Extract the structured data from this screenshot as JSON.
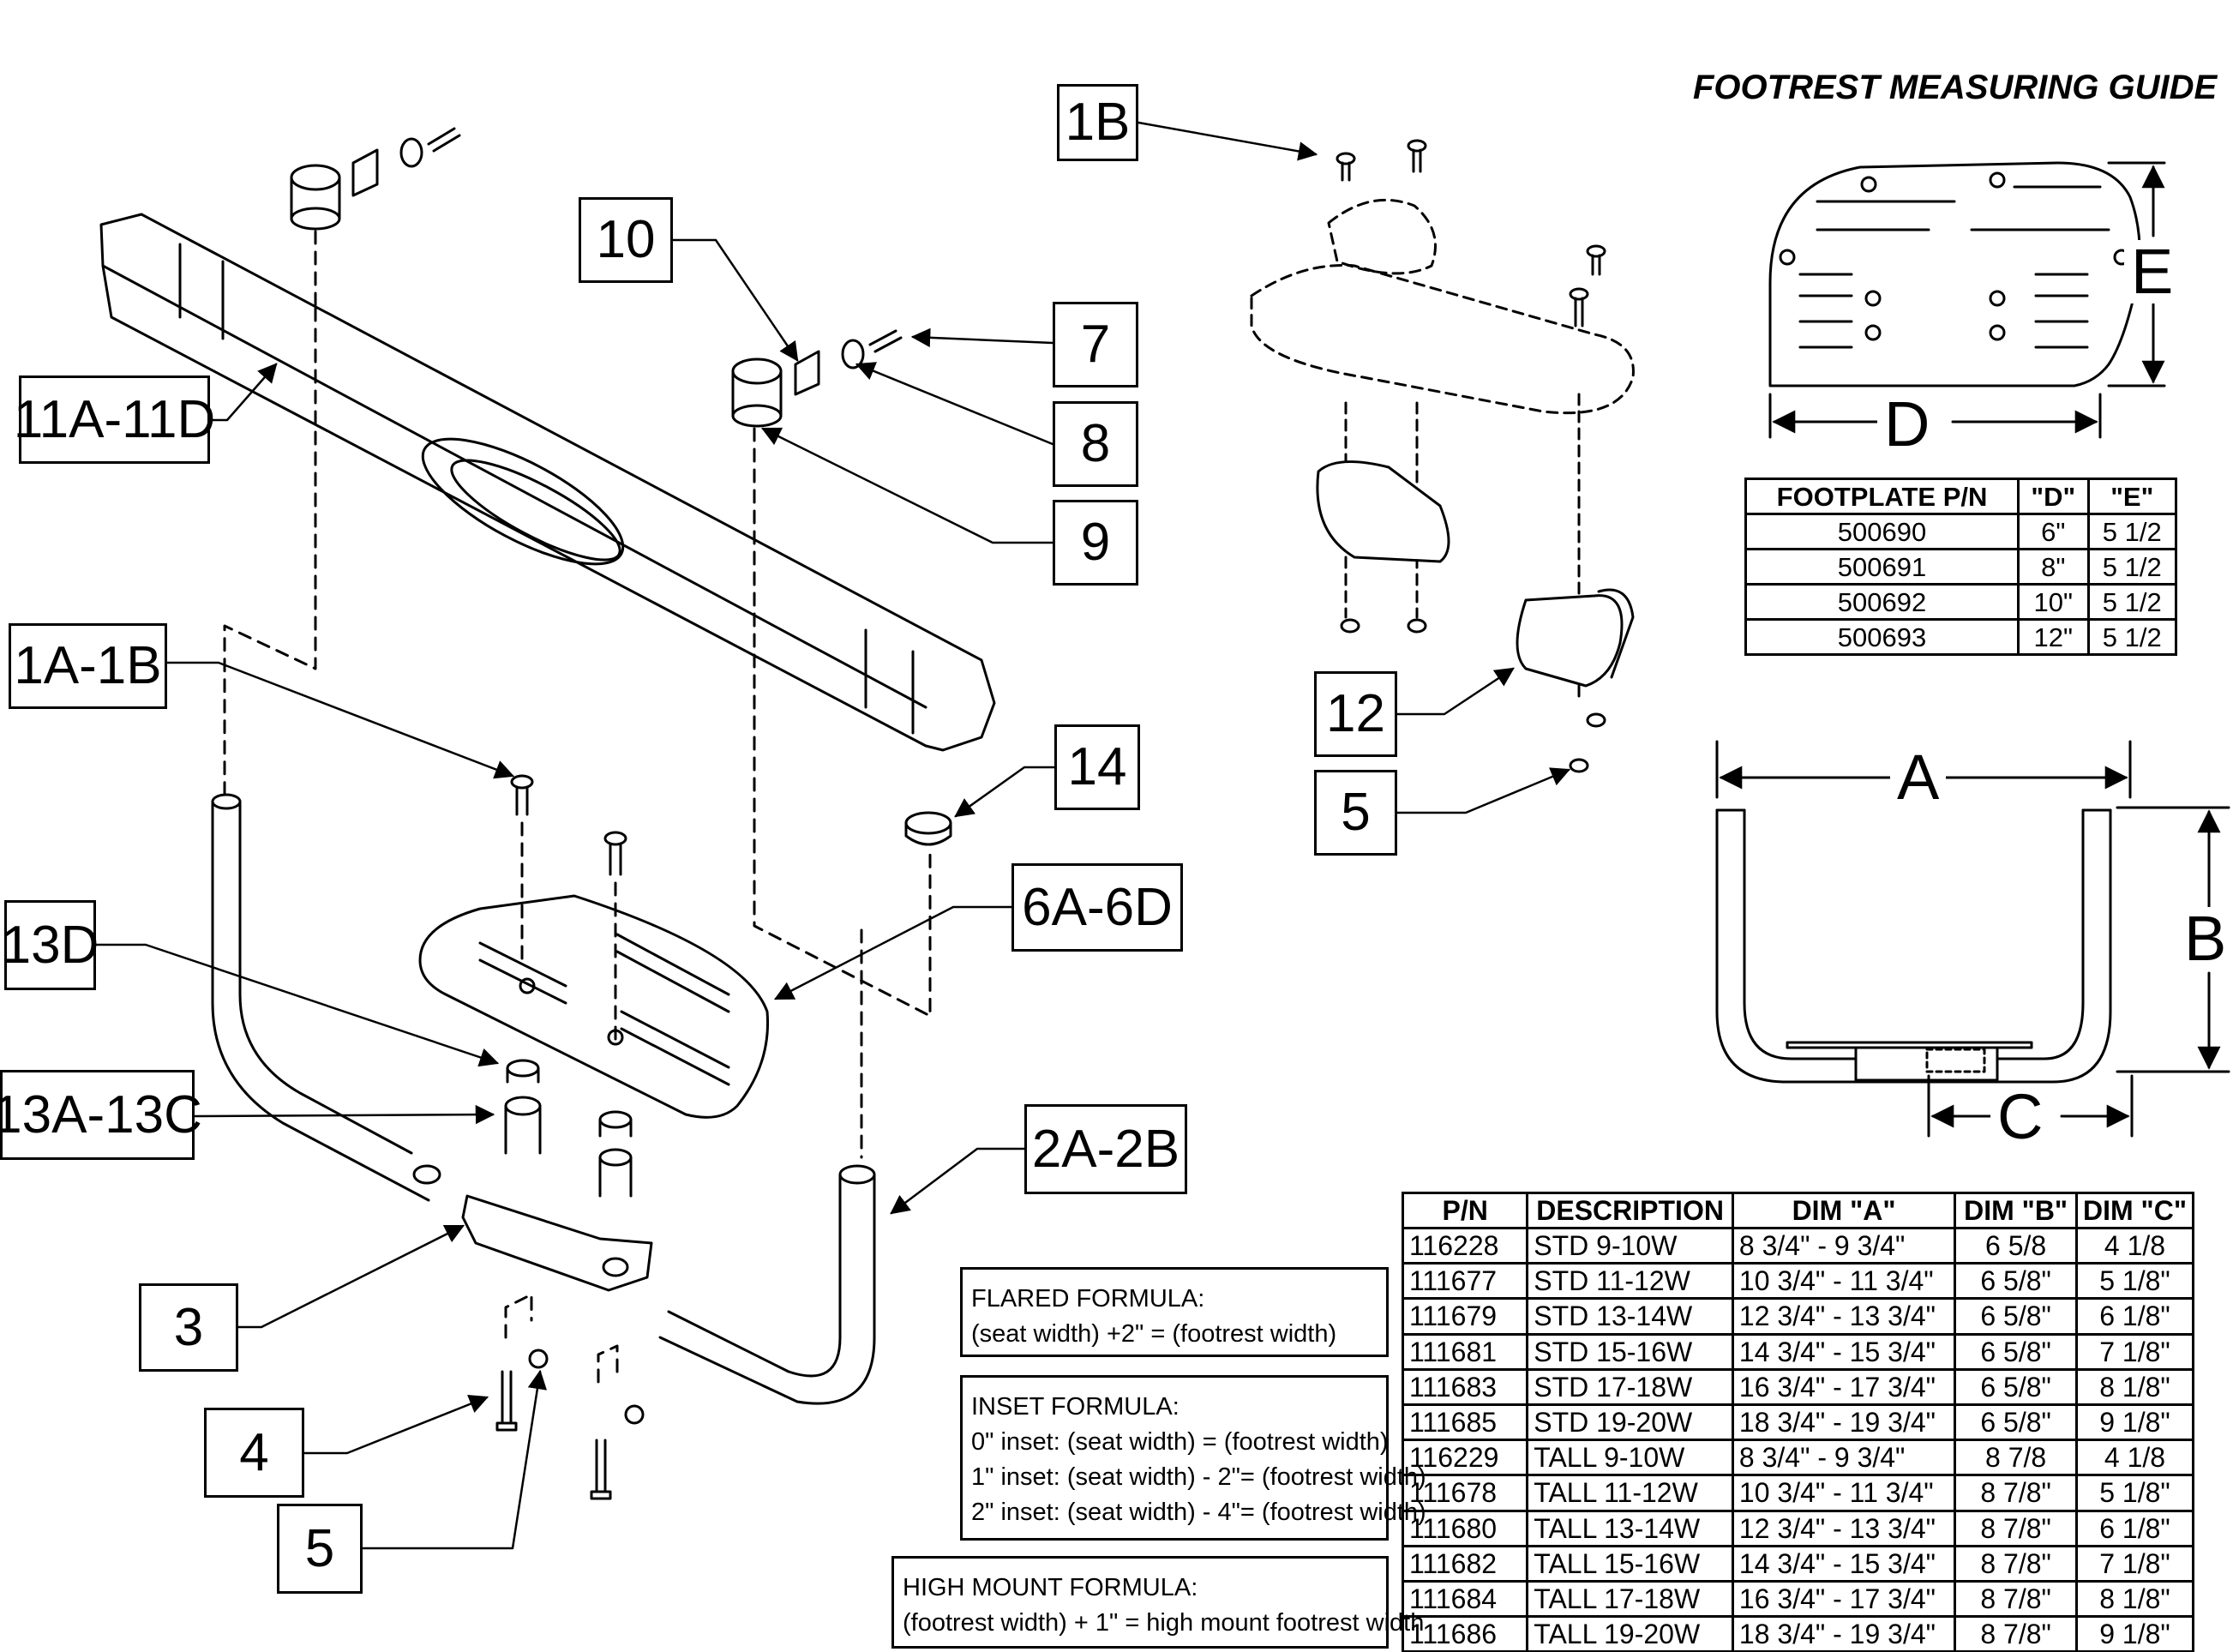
{
  "guide": {
    "title": "FOOTREST MEASURING GUIDE",
    "dims": {
      "A": "A",
      "B": "B",
      "C": "C",
      "D": "D",
      "E": "E"
    }
  },
  "callouts": {
    "c1B": "1B",
    "c10": "10",
    "c7": "7",
    "c8": "8",
    "c9": "9",
    "c11A_11D": "11A-11D",
    "c1A_1B": "1A-1B",
    "c14": "14",
    "c6A_6D": "6A-6D",
    "c13D": "13D",
    "c13A_13C": "13A-13C",
    "c2A_2B": "2A-2B",
    "c3": "3",
    "c4": "4",
    "c5a": "5",
    "c12": "12",
    "c5b": "5"
  },
  "footplate_table": {
    "headers": [
      "FOOTPLATE P/N",
      "\"D\"",
      "\"E\""
    ],
    "rows": [
      [
        "500690",
        "6\"",
        "5 1/2"
      ],
      [
        "500691",
        "8\"",
        "5 1/2"
      ],
      [
        "500692",
        "10\"",
        "5 1/2"
      ],
      [
        "500693",
        "12\"",
        "5 1/2"
      ]
    ]
  },
  "parts_table": {
    "headers": [
      "P/N",
      "DESCRIPTION",
      "DIM \"A\"",
      "DIM \"B\"",
      "DIM \"C\""
    ],
    "rows": [
      [
        "116228",
        "STD 9-10W",
        "8 3/4\" - 9 3/4\"",
        "6 5/8",
        "4 1/8"
      ],
      [
        "111677",
        "STD 11-12W",
        "10 3/4\" - 11 3/4\"",
        "6 5/8\"",
        "5 1/8\""
      ],
      [
        "111679",
        "STD 13-14W",
        "12 3/4\" - 13 3/4\"",
        "6 5/8\"",
        "6 1/8\""
      ],
      [
        "111681",
        "STD 15-16W",
        "14 3/4\" - 15 3/4\"",
        "6 5/8\"",
        "7 1/8\""
      ],
      [
        "111683",
        "STD 17-18W",
        "16 3/4\" - 17 3/4\"",
        "6 5/8\"",
        "8 1/8\""
      ],
      [
        "111685",
        "STD 19-20W",
        "18 3/4\" - 19 3/4\"",
        "6 5/8\"",
        "9 1/8\""
      ],
      [
        "116229",
        "TALL 9-10W",
        "8 3/4\" - 9 3/4\"",
        "8 7/8",
        "4 1/8"
      ],
      [
        "111678",
        "TALL 11-12W",
        "10 3/4\" - 11 3/4\"",
        "8 7/8\"",
        "5 1/8\""
      ],
      [
        "111680",
        "TALL 13-14W",
        "12 3/4\" - 13 3/4\"",
        "8 7/8\"",
        "6 1/8\""
      ],
      [
        "111682",
        "TALL 15-16W",
        "14 3/4\" - 15 3/4\"",
        "8 7/8\"",
        "7 1/8\""
      ],
      [
        "111684",
        "TALL 17-18W",
        "16 3/4\" - 17 3/4\"",
        "8 7/8\"",
        "8 1/8\""
      ],
      [
        "111686",
        "TALL 19-20W",
        "18 3/4\" - 19 3/4\"",
        "8 7/8\"",
        "9 1/8\""
      ]
    ]
  },
  "formulas": {
    "flared": {
      "title": "FLARED FORMULA:",
      "lines": [
        "(seat width) +2\"  = (footrest width)"
      ]
    },
    "inset": {
      "title": "INSET FORMULA:",
      "lines": [
        "0\" inset: (seat width)      = (footrest width)",
        "1\" inset: (seat width) - 2\"= (footrest width)",
        "2\" inset: (seat width) - 4\"= (footrest width)"
      ]
    },
    "high_mount": {
      "title": "HIGH MOUNT FORMULA:",
      "lines": [
        "(footrest width) + 1\" = high mount footrest width"
      ]
    }
  }
}
